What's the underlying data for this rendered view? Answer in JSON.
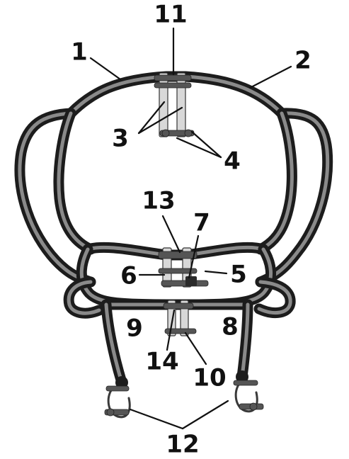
{
  "diagram": {
    "callouts": [
      {
        "id": "c1",
        "text": "1"
      },
      {
        "id": "c2",
        "text": "2"
      },
      {
        "id": "c3",
        "text": "3"
      },
      {
        "id": "c4",
        "text": "4"
      },
      {
        "id": "c5",
        "text": "5"
      },
      {
        "id": "c6",
        "text": "6"
      },
      {
        "id": "c7",
        "text": "7"
      },
      {
        "id": "c8",
        "text": "8"
      },
      {
        "id": "c9",
        "text": "9"
      },
      {
        "id": "c10",
        "text": "10"
      },
      {
        "id": "c11",
        "text": "11"
      },
      {
        "id": "c12",
        "text": "12"
      },
      {
        "id": "c13",
        "text": "13"
      },
      {
        "id": "c14",
        "text": "14"
      }
    ]
  }
}
